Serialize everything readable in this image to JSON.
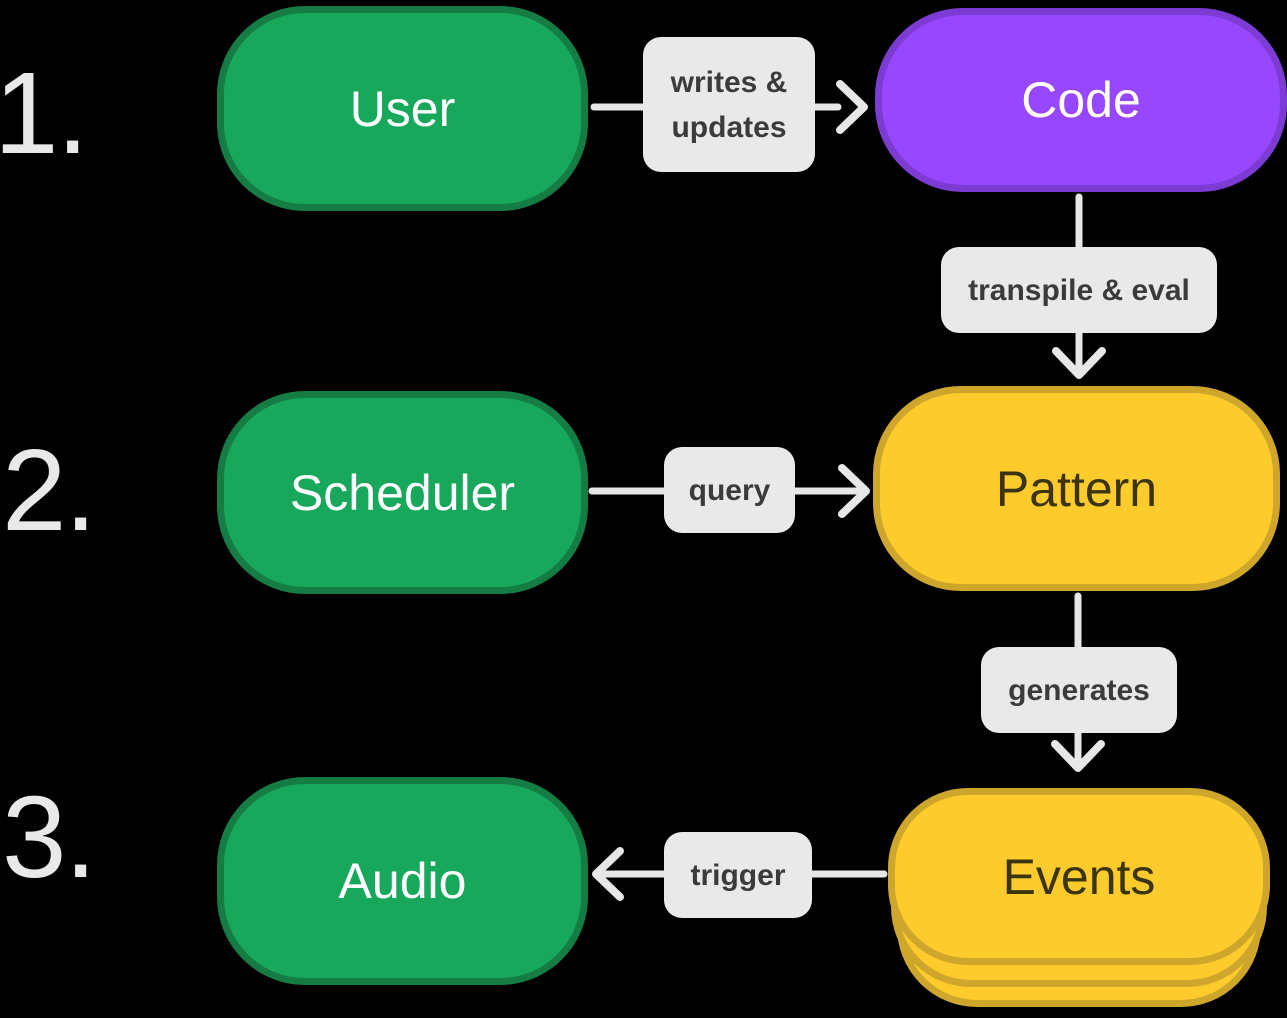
{
  "steps": [
    {
      "number": "1."
    },
    {
      "number": "2."
    },
    {
      "number": "3."
    }
  ],
  "nodes": {
    "user": {
      "label": "User"
    },
    "code": {
      "label": "Code"
    },
    "scheduler": {
      "label": "Scheduler"
    },
    "pattern": {
      "label": "Pattern"
    },
    "audio": {
      "label": "Audio"
    },
    "events": {
      "label": "Events"
    }
  },
  "edges": {
    "writes_updates": {
      "line1": "writes &",
      "line2": "updates"
    },
    "transpile_eval": {
      "label": "transpile & eval"
    },
    "query": {
      "label": "query"
    },
    "generates": {
      "label": "generates"
    },
    "trigger": {
      "label": "trigger"
    }
  },
  "colors": {
    "background": "#000000",
    "green_fill": "#18a85c",
    "green_border": "#157c44",
    "purple_fill": "#9747ff",
    "purple_border": "#7c3bd2",
    "yellow_fill": "#fecb2d",
    "yellow_border": "#cda62b",
    "label_bg": "#e9e9e9",
    "label_text": "#3b3b3b",
    "node_text_light": "#ffffff",
    "node_text_dark": "#3a340f",
    "arrow": "#e7e7e7",
    "number_text": "#e9e9e9"
  }
}
